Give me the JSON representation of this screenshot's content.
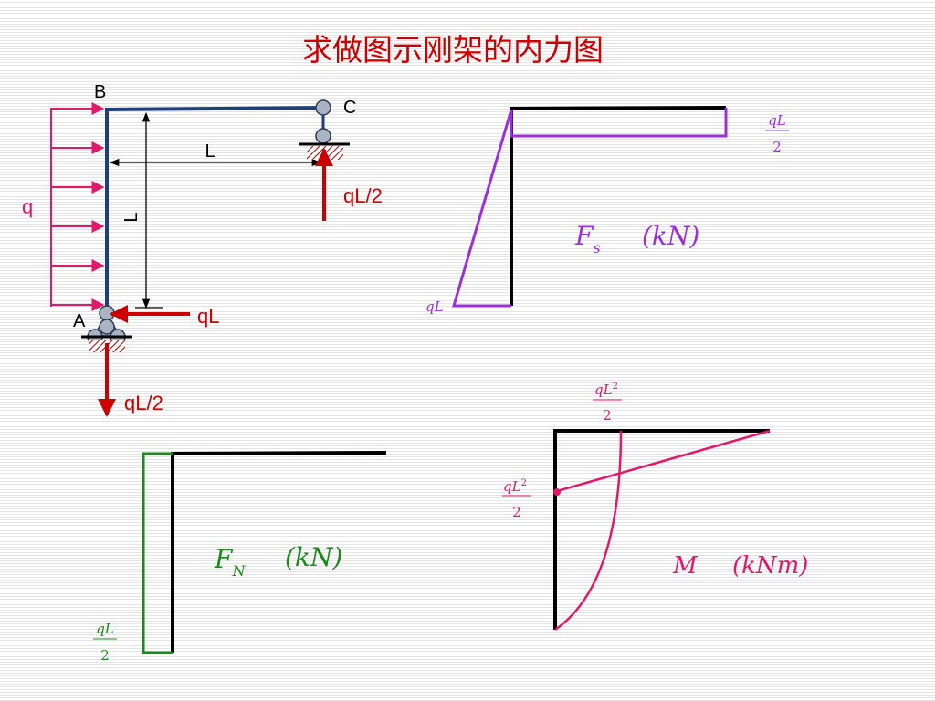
{
  "title": "求做图示刚架的内力图",
  "frame": {
    "node_b": "B",
    "node_c": "C",
    "node_a": "A",
    "dim_horizontal": "L",
    "dim_vertical": "L",
    "load_q": "q",
    "reaction_c": "qL/2",
    "reaction_a_horizontal": "qL",
    "reaction_a_vertical": "qL/2"
  },
  "shear_diagram": {
    "symbol": "F",
    "subscript": "s",
    "unit": "(kN)",
    "label_right_num": "qL",
    "label_right_den": "2",
    "label_left": "qL"
  },
  "axial_diagram": {
    "symbol": "F",
    "subscript": "N",
    "unit": "(kN)",
    "label_num": "qL",
    "label_den": "2"
  },
  "moment_diagram": {
    "symbol": "M",
    "unit": "(kNm)",
    "label_top_num": "qL",
    "label_top_sup": "2",
    "label_top_den": "2",
    "label_left_num": "qL",
    "label_left_sup": "2",
    "label_left_den": "2"
  },
  "colors": {
    "title": "#cc0000",
    "frame": "#1f3f7a",
    "load": "#e0196b",
    "reaction": "#cc0000",
    "shear": "#9b30d9",
    "axial": "#1a8a1a",
    "moment": "#e0196b"
  }
}
